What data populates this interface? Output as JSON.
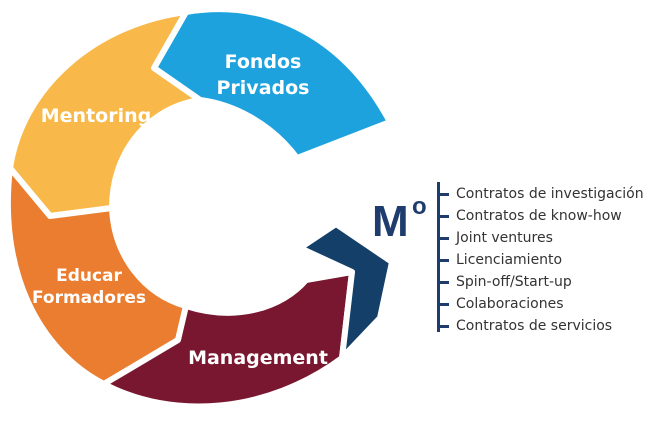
{
  "segments": [
    {
      "id": "fondos-privados",
      "lines": [
        "Fondos",
        "Privados"
      ],
      "color": "#1ea2de"
    },
    {
      "id": "mentoring",
      "lines": [
        "Mentoring"
      ],
      "color": "#f8b94a"
    },
    {
      "id": "educar-formadores",
      "lines": [
        "Educar",
        "Formadores"
      ],
      "color": "#ea7d2f"
    },
    {
      "id": "management",
      "lines": [
        "Management"
      ],
      "color": "#7a1730"
    }
  ],
  "arrow_color": "#143f68",
  "mo": {
    "label": "M",
    "superscript": "o"
  },
  "services": [
    "Contratos de investigación",
    "Contratos de know-how",
    "Joint ventures",
    "Licenciamiento",
    "Spin-off/Start-up",
    "Colaboraciones",
    "Contratos de servicios"
  ]
}
